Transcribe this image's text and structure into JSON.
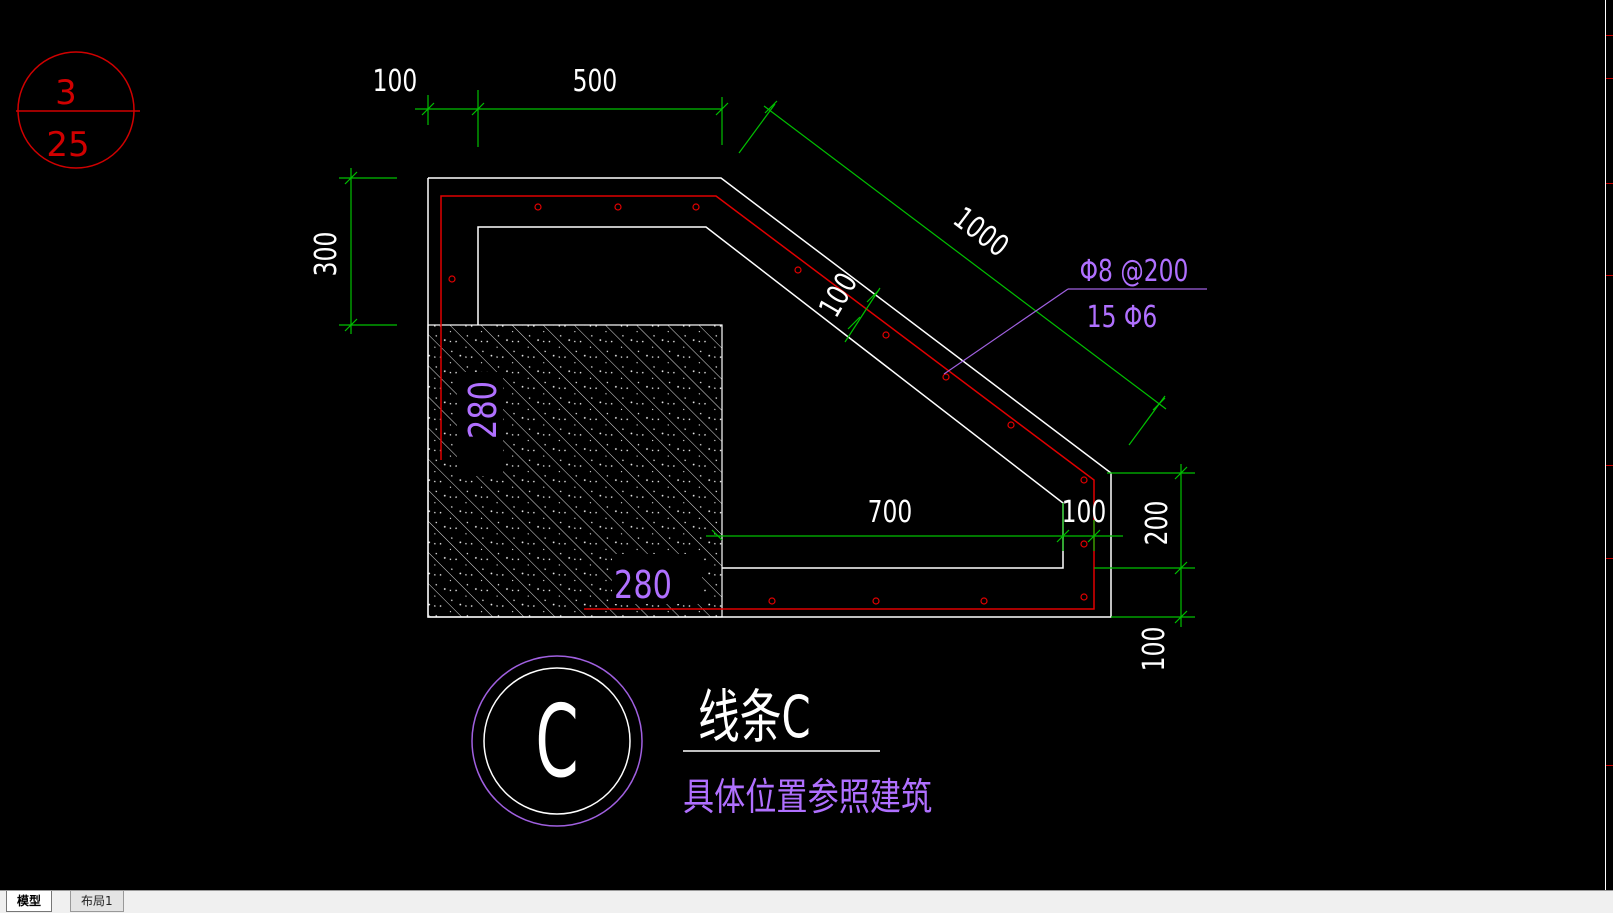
{
  "drawing": {
    "section_ref": {
      "top": "3",
      "bottom": "25"
    },
    "dims": {
      "top_left": "100",
      "top_mid": "500",
      "left_height": "300",
      "diagonal": "1000",
      "diag_thickness": "100",
      "col_v": "280",
      "col_h": "280",
      "bottom_length": "700",
      "right_wall": "100",
      "right_height": "200",
      "right_bottom": "100"
    },
    "rebar": {
      "stirrup": "Φ8 @200",
      "longitudinal": "15 Φ6"
    },
    "title": {
      "symbol": "C",
      "name": "线条C",
      "note": "具体位置参照建筑"
    }
  },
  "tabs": {
    "model": "模型",
    "layout": "布局1"
  }
}
